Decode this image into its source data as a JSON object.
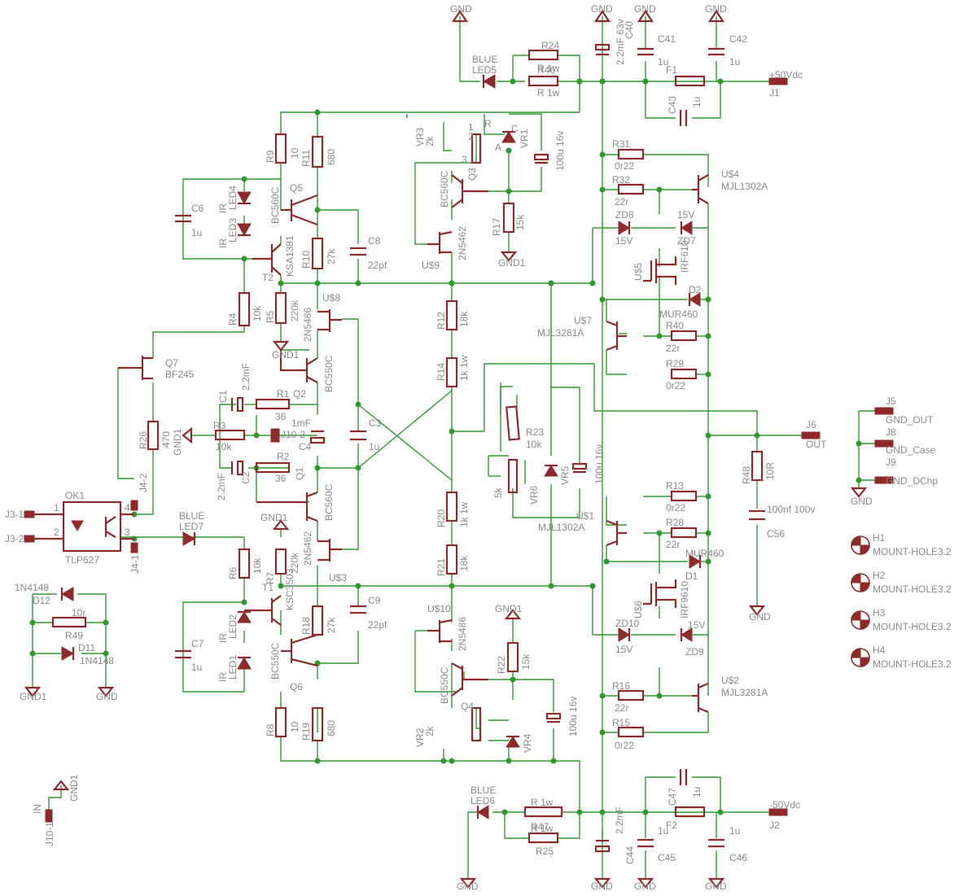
{
  "labels": {
    "gnd_top1": "GND",
    "gnd_top2": "GND",
    "gnd_top3": "GND",
    "gnd_top4": "GND",
    "c40": "C40",
    "c40_val": "2.2mF 63v",
    "c41": "C41",
    "c41_val": "1u",
    "c42": "C42",
    "c42_val": "1u",
    "r24": "R24",
    "r46_val": "R 1w",
    "r46": "R46",
    "r46_val2": "R 1w",
    "led5_a": "BLUE",
    "led5_b": "LED5",
    "f1": "F1",
    "c43": "C43",
    "c43_val": "1u",
    "pos_supply": "+50Vdc",
    "j1": "J1",
    "vr3": "VR3",
    "vr3_val": "2k",
    "vr1": "VR1",
    "c_100u_top": "100u 16v",
    "q3_val": "BC560C",
    "q3": "Q3",
    "r17": "R17",
    "r17_val": "15k",
    "gnd1_a": "GND1",
    "u9_val": "2N5462",
    "u9": "U$9",
    "r9": "R9",
    "r9_val": "10",
    "r11": "R11",
    "r11_val": "680",
    "led4_ir": "IR",
    "led4": "LED4",
    "q5_val": "BC560C",
    "q5": "Q5",
    "c6": "C6",
    "c6_val": "1u",
    "led3_ir": "IR",
    "led3": "LED3",
    "t2_val": "KSA1381",
    "t2": "T2",
    "r10": "R10",
    "r10_val": "27k",
    "c8": "C8",
    "c8_val": "22pf",
    "r4": "R4",
    "r4_val": "10k",
    "r5": "R5",
    "r5_val": "220k",
    "u8_val": "2N5486",
    "u8": "U$8",
    "gnd1_b": "GND1",
    "q2_val": "BC550C",
    "q7": "Q7",
    "q7_val": "BF245",
    "c1": "C1",
    "c1_val": "2.2mF",
    "r1": "R1",
    "r1_val": "36",
    "q2": "Q2",
    "r26": "R26",
    "r26_val": "470",
    "gnd1_c": "GND1",
    "r3": "R3",
    "r3_val": "10k",
    "c4_val": "1mF",
    "j10_2": "J10-2",
    "c4": "C4",
    "c3": "C3",
    "c3_val": "1u",
    "c2": "C2",
    "c2_val": "2.2mF",
    "r2": "R2",
    "r2_val": "36",
    "q1": "Q1",
    "j4_2": "J4-2",
    "ok1": "OK1",
    "j3_1": "J3-1",
    "j3_2": "J3-2",
    "ok1_val": "TLP627",
    "pin1": "1",
    "pin2": "2",
    "pin3": "3",
    "pin4": "4",
    "led7_a": "BLUE",
    "led7_b": "LED7",
    "j4_1": "J4-1",
    "q1_val": "BC560C",
    "gnd1_d": "GND1",
    "u3_val": "2N5462",
    "r7": "R7",
    "r7_val": "220k",
    "r6": "R6",
    "r6_val": "10k",
    "t1": "T1",
    "t1_val": "KSC3503",
    "u3": "U$3",
    "c9": "C9",
    "c9_val": "22pf",
    "r18": "R18",
    "r18_val": "27k",
    "d12_part": "1N4148",
    "d12": "D12",
    "r49_val": "10r",
    "r49": "R49",
    "d11": "D11",
    "d11_part": "1N4148",
    "gnd1_e": "GND1",
    "gnd_e": "GND",
    "c7": "C7",
    "c7_val": "1u",
    "led2_ir": "IR",
    "led2": "LED2",
    "led1_ir": "IR",
    "led1": "LED1",
    "q6_val": "BC550C",
    "q6": "Q6",
    "r8": "R8",
    "r8_val": "10",
    "r19": "R19",
    "r19_val": "680",
    "in_label": "IN",
    "j10_1": "J10-1",
    "gnd1_f": "GND1",
    "r12": "R12",
    "r12_val": "18k",
    "r14": "R14",
    "r14_val": "1k 1w",
    "r23": "R23",
    "r23_val": "10k",
    "vr6_val": "5k",
    "vr6": "VR6",
    "vr5": "VR5",
    "c_100u_mid": "100u 16v",
    "u1": "U$1",
    "u1_val": "MJL1302A",
    "r20": "R20",
    "r20_val": "1k 1w",
    "r21": "R21",
    "r21_val": "18k",
    "u10": "U$10",
    "u10_val": "2N5486",
    "gnd1_g": "GND1",
    "r22": "R22",
    "r22_val": "15k",
    "q4_val": "BC550C",
    "q4": "Q4",
    "vr2": "VR2",
    "vr2_val": "2k",
    "vr4": "VR4",
    "c_100u_bot": "100u 16v",
    "led6_a": "BLUE",
    "led6_b": "LED6",
    "r_1w_b": "R 1w",
    "r47": "R47",
    "r47_val": "R 1w",
    "r25": "R25",
    "c44": "C44",
    "c44_val": "2.2mF",
    "c45": "C45",
    "c45_val": "1u",
    "c46": "C46",
    "c46_val": "1u",
    "c47": "C47",
    "c47_val": "1u",
    "f2": "F2",
    "neg_supply": "-50Vdc",
    "j2": "J2",
    "gnd_b1": "GND",
    "gnd_b2": "GND",
    "gnd_b3": "GND",
    "gnd_b4": "GND",
    "r31": "R31",
    "r31_val": "0r22",
    "r32": "R32",
    "r32_val": "22r",
    "u4": "U$4",
    "u4_val": "MJL1302A",
    "zd8": "ZD8",
    "zd8_val": "15V",
    "zd7_val": "15V",
    "zd7": "ZD7",
    "u5": "U$5",
    "u5_val": "IRF610",
    "d2": "D2",
    "d2_val": "MUR460",
    "u7": "U$7",
    "u7_val": "MJL3281A",
    "r40": "R40",
    "r40_val": "22r",
    "r29": "R29",
    "r29_val": "0r22",
    "j6": "J6",
    "out": "OUT",
    "r48": "R48",
    "r48_val": "10R",
    "c56": "C56",
    "c56_val": "100nf 100v",
    "r13": "R13",
    "r13_val": "0r22",
    "r28": "R28",
    "r28_val": "22r",
    "d1_val": "MUR460",
    "d1": "D1",
    "u6": "U$6",
    "u6_val": "IRF9610",
    "zd10": "ZD10",
    "zd10_val": "15V",
    "zd9_val": "15V",
    "zd9": "ZD9",
    "r16": "R16",
    "r16_val": "22r",
    "u2": "U$2",
    "u2_val": "MJL3281A",
    "r15": "R15",
    "r15_val": "0r22",
    "gnd_out": "GND",
    "j5": "J5",
    "j5_val": "GND_OUT",
    "j8": "J8",
    "j8_val": "GND_Case",
    "j9": "J9",
    "j9_val": "GND_DChp",
    "gnd_j": "GND",
    "h1": "H1",
    "h1_val": "MOUNT-HOLE3.2",
    "h2": "H2",
    "h2_val": "MOUNT-HOLE3.2",
    "h3": "H3",
    "h3_val": "MOUNT-HOLE3.2",
    "h4": "H4",
    "h4_val": "MOUNT-HOLE3.2",
    "pin_c": "C",
    "pin_a": "A",
    "pin_r": "R",
    "pin_3": "3",
    "pin_2": "2",
    "pin_1": "1"
  },
  "colors": {
    "wire": "#2e9a2e",
    "part": "#8f2a2a",
    "label": "#8a8a8a"
  }
}
